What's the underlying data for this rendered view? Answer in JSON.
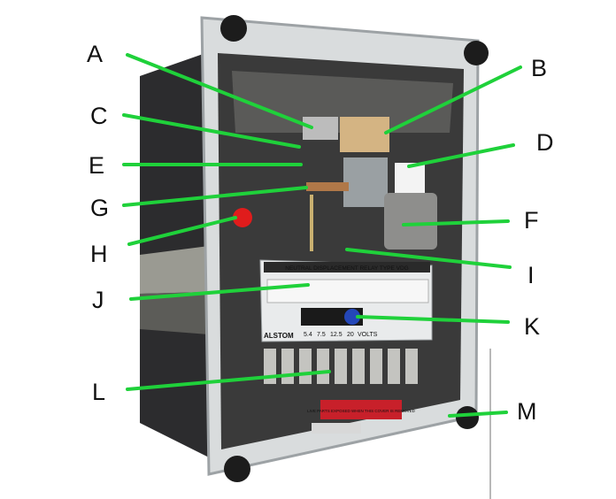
{
  "colors": {
    "leader_line": "#1fd13a",
    "relay_case": "#2c2c2e",
    "cover_frame": "#bfc4c6",
    "faceplate": "#e9ebec",
    "warning_label": "#c8202a",
    "knob_blue": "#2447b8",
    "knob_red": "#e01c1c",
    "divider": "#b8b8b8"
  },
  "labels": [
    "A",
    "B",
    "C",
    "D",
    "E",
    "F",
    "G",
    "H",
    "I",
    "J",
    "K",
    "L",
    "M"
  ],
  "faceplate": {
    "title": "NEUTRAL DISPLACEMENT RELAY TYPE VDG",
    "brand": "ALSTOM",
    "voltage_taps": [
      "5.4",
      "7.5",
      "12.5",
      "20",
      "VOLTS"
    ],
    "warning_text": "LIVE PARTS EXPOSED WHEN THIS COVER IS REMOVED"
  }
}
